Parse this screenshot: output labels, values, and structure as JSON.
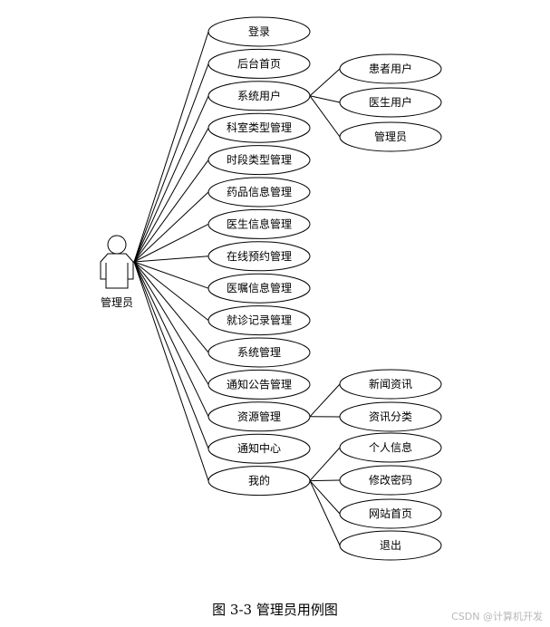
{
  "actor": {
    "label": "管理员"
  },
  "use_cases": [
    {
      "id": "login",
      "label": "登录"
    },
    {
      "id": "backend-home",
      "label": "后台首页"
    },
    {
      "id": "system-users",
      "label": "系统用户"
    },
    {
      "id": "dept-type",
      "label": "科室类型管理"
    },
    {
      "id": "slot-type",
      "label": "时段类型管理"
    },
    {
      "id": "drug-info",
      "label": "药品信息管理"
    },
    {
      "id": "doctor-info",
      "label": "医生信息管理"
    },
    {
      "id": "online-appt",
      "label": "在线预约管理"
    },
    {
      "id": "advice-info",
      "label": "医嘱信息管理"
    },
    {
      "id": "visit-record",
      "label": "就诊记录管理"
    },
    {
      "id": "system-mgmt",
      "label": "系统管理"
    },
    {
      "id": "notice-mgmt",
      "label": "通知公告管理"
    },
    {
      "id": "resource-mgmt",
      "label": "资源管理"
    },
    {
      "id": "notice-center",
      "label": "通知中心"
    },
    {
      "id": "mine",
      "label": "我的"
    }
  ],
  "sub_cases": [
    {
      "id": "patient-user",
      "label": "患者用户",
      "parent": "system-users"
    },
    {
      "id": "doctor-user",
      "label": "医生用户",
      "parent": "system-users"
    },
    {
      "id": "admin",
      "label": "管理员",
      "parent": "system-users"
    },
    {
      "id": "news",
      "label": "新闻资讯",
      "parent": "resource-mgmt"
    },
    {
      "id": "news-category",
      "label": "资讯分类",
      "parent": "resource-mgmt"
    },
    {
      "id": "profile",
      "label": "个人信息",
      "parent": "mine"
    },
    {
      "id": "change-password",
      "label": "修改密码",
      "parent": "mine"
    },
    {
      "id": "site-home",
      "label": "网站首页",
      "parent": "mine"
    },
    {
      "id": "logout",
      "label": "退出",
      "parent": "mine"
    }
  ],
  "caption": "图 3-3 管理员用例图",
  "watermark": "CSDN @计算机开发"
}
